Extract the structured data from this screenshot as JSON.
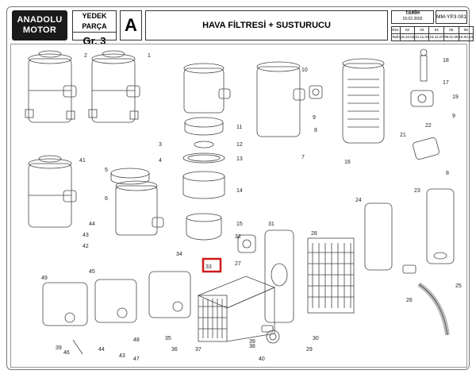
{
  "header": {
    "logo_line1": "ANADOLU",
    "logo_line2": "MOTOR",
    "yedek_label": "YEDEK PARÇA",
    "group": "Gr. 3",
    "letter": "A",
    "title": "HAVA FİLTRESİ + SUSTURUCU",
    "tarih_label": "TARİH",
    "tarih_value": "15.02.2002",
    "code": "MM-YP3 001"
  },
  "revision": {
    "rev_label": "Rev.",
    "rev_numbers": [
      "02",
      "03",
      "04",
      "05",
      "06"
    ],
    "tarih_label": "Tarih",
    "dates": [
      "16.10.02",
      "21.11.03",
      "15.12.07",
      "08.01.09",
      "15.03.14"
    ]
  },
  "callouts": [
    "1",
    "2",
    "3",
    "4",
    "5",
    "6",
    "7",
    "8",
    "8",
    "9",
    "9",
    "10",
    "11",
    "12",
    "13",
    "14",
    "15",
    "16",
    "17",
    "18",
    "19",
    "21",
    "22",
    "23",
    "24",
    "25",
    "26",
    "27",
    "28",
    "29",
    "30",
    "31",
    "32",
    "33",
    "34",
    "35",
    "36",
    "37",
    "38",
    "39",
    "39",
    "40",
    "41",
    "42",
    "43",
    "43",
    "44",
    "44",
    "45",
    "46",
    "47",
    "48",
    "49"
  ],
  "highlight": {
    "callout": "33",
    "color": "#d01818"
  }
}
